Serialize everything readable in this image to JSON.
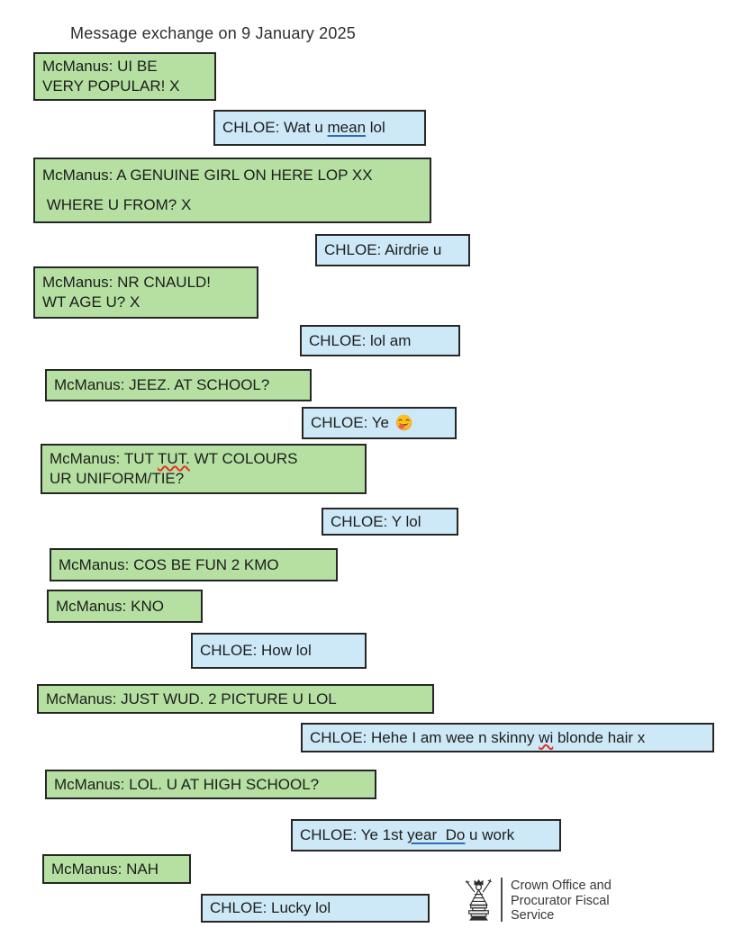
{
  "title": "Message exchange on 9 January 2025",
  "participants": [
    "McManus",
    "CHLOE"
  ],
  "colors": {
    "mcmanus_bubble_fill": "#b5e0a2",
    "chloe_bubble_fill": "#cde9f7",
    "bubble_border": "#262626",
    "text": "#1d1d1d",
    "link_underline": "#2e6db4",
    "spellcheck_squiggle": "#e03328"
  },
  "messages": [
    {
      "sender": "McManus",
      "lines": [
        [
          {
            "k": "t",
            "text": "McManus: UI BE"
          }
        ],
        [
          {
            "k": "t",
            "text": "VERY POPULAR! X"
          }
        ]
      ]
    },
    {
      "sender": "CHLOE",
      "lines": [
        [
          {
            "k": "t",
            "text": "CHLOE: Wat u "
          },
          {
            "k": "u",
            "text": "mean"
          },
          {
            "k": "t",
            "text": " lol"
          }
        ]
      ]
    },
    {
      "sender": "McManus",
      "lines": [
        [
          {
            "k": "t",
            "text": "McManus: A GENUINE GIRL ON HERE LOP XX"
          }
        ],
        [
          {
            "k": "t",
            "text": " WHERE U FROM? X"
          }
        ]
      ]
    },
    {
      "sender": "CHLOE",
      "lines": [
        [
          {
            "k": "t",
            "text": "CHLOE: Airdrie u"
          }
        ]
      ]
    },
    {
      "sender": "McManus",
      "lines": [
        [
          {
            "k": "t",
            "text": "McManus: NR CNAULD!"
          }
        ],
        [
          {
            "k": "t",
            "text": "WT AGE U? X"
          }
        ]
      ]
    },
    {
      "sender": "CHLOE",
      "lines": [
        [
          {
            "k": "t",
            "text": "CHLOE: lol am"
          }
        ]
      ]
    },
    {
      "sender": "McManus",
      "lines": [
        [
          {
            "k": "t",
            "text": "McManus: JEEZ. AT SCHOOL?"
          }
        ]
      ]
    },
    {
      "sender": "CHLOE",
      "lines": [
        [
          {
            "k": "t",
            "text": "CHLOE: Ye "
          },
          {
            "k": "e",
            "icon": "face-savoring-food-emoji",
            "char": "😋"
          }
        ]
      ]
    },
    {
      "sender": "McManus",
      "lines": [
        [
          {
            "k": "t",
            "text": "McManus: TUT "
          },
          {
            "k": "s",
            "text": "TUT."
          },
          {
            "k": "t",
            "text": " WT COLOURS"
          }
        ],
        [
          {
            "k": "t",
            "text": "UR UNIFORM/TIE?"
          }
        ]
      ]
    },
    {
      "sender": "CHLOE",
      "lines": [
        [
          {
            "k": "t",
            "text": "CHLOE: Y lol"
          }
        ]
      ]
    },
    {
      "sender": "McManus",
      "lines": [
        [
          {
            "k": "t",
            "text": "McManus: COS BE FUN 2 KMO"
          }
        ]
      ]
    },
    {
      "sender": "McManus",
      "lines": [
        [
          {
            "k": "t",
            "text": "McManus: KNO"
          }
        ]
      ]
    },
    {
      "sender": "CHLOE",
      "lines": [
        [
          {
            "k": "t",
            "text": "CHLOE: How lol"
          }
        ]
      ]
    },
    {
      "sender": "McManus",
      "lines": [
        [
          {
            "k": "t",
            "text": "McManus: JUST WUD. 2 PICTURE U LOL"
          }
        ]
      ]
    },
    {
      "sender": "CHLOE",
      "lines": [
        [
          {
            "k": "t",
            "text": "CHLOE: Hehe I am wee n skinny "
          },
          {
            "k": "s",
            "text": "wi"
          },
          {
            "k": "t",
            "text": " blonde hair x"
          }
        ]
      ]
    },
    {
      "sender": "McManus",
      "lines": [
        [
          {
            "k": "t",
            "text": "McManus: LOL. U AT HIGH SCHOOL?"
          }
        ]
      ]
    },
    {
      "sender": "CHLOE",
      "lines": [
        [
          {
            "k": "t",
            "text": "CHLOE: Ye 1st "
          },
          {
            "k": "u",
            "text": "year  Do"
          },
          {
            "k": "t",
            "text": " u work"
          }
        ]
      ]
    },
    {
      "sender": "McManus",
      "lines": [
        [
          {
            "k": "t",
            "text": "McManus: NAH"
          }
        ]
      ]
    },
    {
      "sender": "CHLOE",
      "lines": [
        [
          {
            "k": "t",
            "text": "CHLOE: Lucky lol"
          }
        ]
      ]
    }
  ],
  "footer_logo": {
    "icon": "copfs-crest-icon",
    "lines": [
      "Crown Office and",
      "Procurator Fiscal",
      "Service"
    ]
  }
}
